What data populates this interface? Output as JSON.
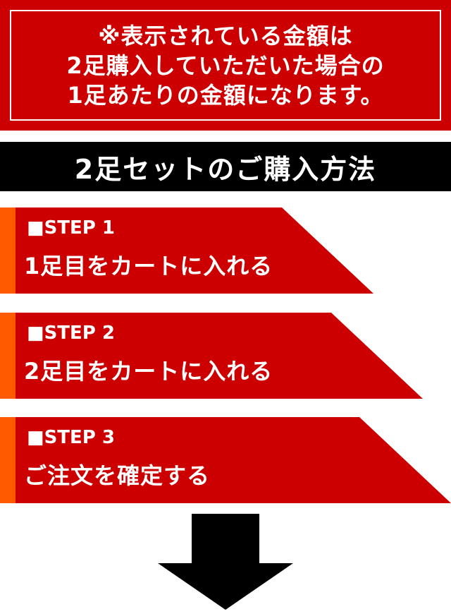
{
  "notice": {
    "lines": [
      "※表示されている金額は",
      "2足購入していただいた場合の",
      "1足あたりの金額になります。"
    ]
  },
  "title": "2足セットのご購入方法",
  "steps": [
    {
      "label": "■STEP 1",
      "text": "1足目をカートに入れる"
    },
    {
      "label": "■STEP 2",
      "text": "2足目をカートに入れる"
    },
    {
      "label": "■STEP 3",
      "text": "ご注文を確定する"
    }
  ],
  "colors": {
    "red": "#cc0000",
    "orange": "#ff5a00",
    "black": "#000000",
    "white": "#ffffff"
  },
  "icons": {
    "down_arrow": "arrow-down-icon"
  }
}
